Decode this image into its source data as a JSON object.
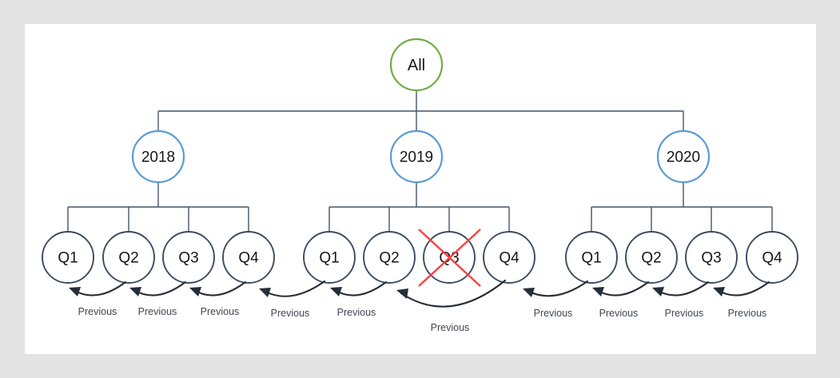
{
  "canvas": {
    "background": "#e3e3e3",
    "sheet_color": "#ffffff"
  },
  "colors": {
    "root_stroke": "#70ad47",
    "year_stroke": "#5b9bd5",
    "quarter_stroke": "#3b4a61",
    "connector": "#44546a",
    "arrow": "#272d38",
    "cross": "#fc4040",
    "label_text": "#404654",
    "node_text": "#161616"
  },
  "diagram": {
    "type": "hierarchy-tree",
    "root": {
      "label": "All"
    },
    "years": [
      {
        "label": "2018"
      },
      {
        "label": "2019"
      },
      {
        "label": "2020"
      }
    ],
    "quarters": [
      {
        "label": "Q1",
        "year": "2018",
        "crossed_out": false
      },
      {
        "label": "Q2",
        "year": "2018",
        "crossed_out": false
      },
      {
        "label": "Q3",
        "year": "2018",
        "crossed_out": false
      },
      {
        "label": "Q4",
        "year": "2018",
        "crossed_out": false
      },
      {
        "label": "Q1",
        "year": "2019",
        "crossed_out": false
      },
      {
        "label": "Q2",
        "year": "2019",
        "crossed_out": false
      },
      {
        "label": "Q3",
        "year": "2019",
        "crossed_out": true
      },
      {
        "label": "Q4",
        "year": "2019",
        "crossed_out": false
      },
      {
        "label": "Q1",
        "year": "2020",
        "crossed_out": false
      },
      {
        "label": "Q2",
        "year": "2020",
        "crossed_out": false
      },
      {
        "label": "Q3",
        "year": "2020",
        "crossed_out": false
      },
      {
        "label": "Q4",
        "year": "2020",
        "crossed_out": false
      }
    ],
    "previous_links": [
      {
        "label": "Previous",
        "from": "2018-Q2",
        "to": "2018-Q1"
      },
      {
        "label": "Previous",
        "from": "2018-Q3",
        "to": "2018-Q2"
      },
      {
        "label": "Previous",
        "from": "2018-Q4",
        "to": "2018-Q3"
      },
      {
        "label": "Previous",
        "from": "2019-Q1",
        "to": "2018-Q4"
      },
      {
        "label": "Previous",
        "from": "2019-Q2",
        "to": "2019-Q1"
      },
      {
        "label": "Previous",
        "from": "2019-Q4",
        "to": "2019-Q2"
      },
      {
        "label": "Previous",
        "from": "2020-Q1",
        "to": "2019-Q4"
      },
      {
        "label": "Previous",
        "from": "2020-Q2",
        "to": "2020-Q1"
      },
      {
        "label": "Previous",
        "from": "2020-Q3",
        "to": "2020-Q2"
      },
      {
        "label": "Previous",
        "from": "2020-Q4",
        "to": "2020-Q3"
      }
    ]
  }
}
